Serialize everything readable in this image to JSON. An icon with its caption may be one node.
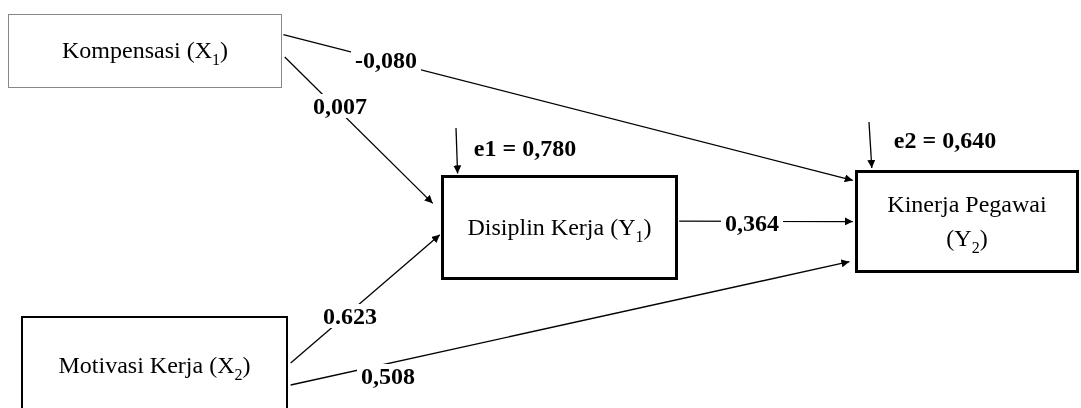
{
  "diagram": {
    "nodes": [
      {
        "text": [
          "Kompensasi (X$_{1}$)"
        ]
      },
      {
        "text": [
          "Disiplin Kerja (Y$_{1}$)"
        ]
      },
      {
        "text": [
          "Kinerja Pegawai (Y$_{2}$)"
        ]
      },
      {
        "text": [
          "Motivasi Kerja (X$_{2}$)"
        ]
      }
    ],
    "edges": [
      {
        "from": 0,
        "to": 2,
        "arrow": "to",
        "label": "-0,080"
      },
      {
        "from": 0,
        "to": 1,
        "arrow": "to",
        "label": "0,007"
      },
      {
        "from": null,
        "to": 1,
        "arrow": "to",
        "label": "e1 = 0,780"
      },
      {
        "from": null,
        "to": 2,
        "arrow": "to",
        "label": "e2 = 0,640"
      },
      {
        "from": 1,
        "to": 2,
        "arrow": "to",
        "label": "0,364"
      },
      {
        "from": 3,
        "to": 1,
        "arrow": "to",
        "label": "0.623"
      },
      {
        "from": 3,
        "to": 2,
        "arrow": "to",
        "label": "0,508"
      }
    ]
  }
}
